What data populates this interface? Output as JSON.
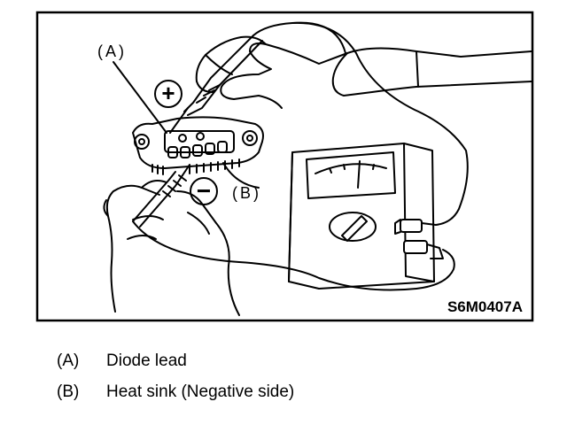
{
  "figure": {
    "code": "S6M0407A",
    "label_a": "(A)",
    "label_b": "(B)",
    "positive_sign": "+",
    "negative_sign": "−"
  },
  "legend": [
    {
      "key": "(A)",
      "text": "Diode lead"
    },
    {
      "key": "(B)",
      "text": "Heat sink (Negative side)"
    }
  ]
}
